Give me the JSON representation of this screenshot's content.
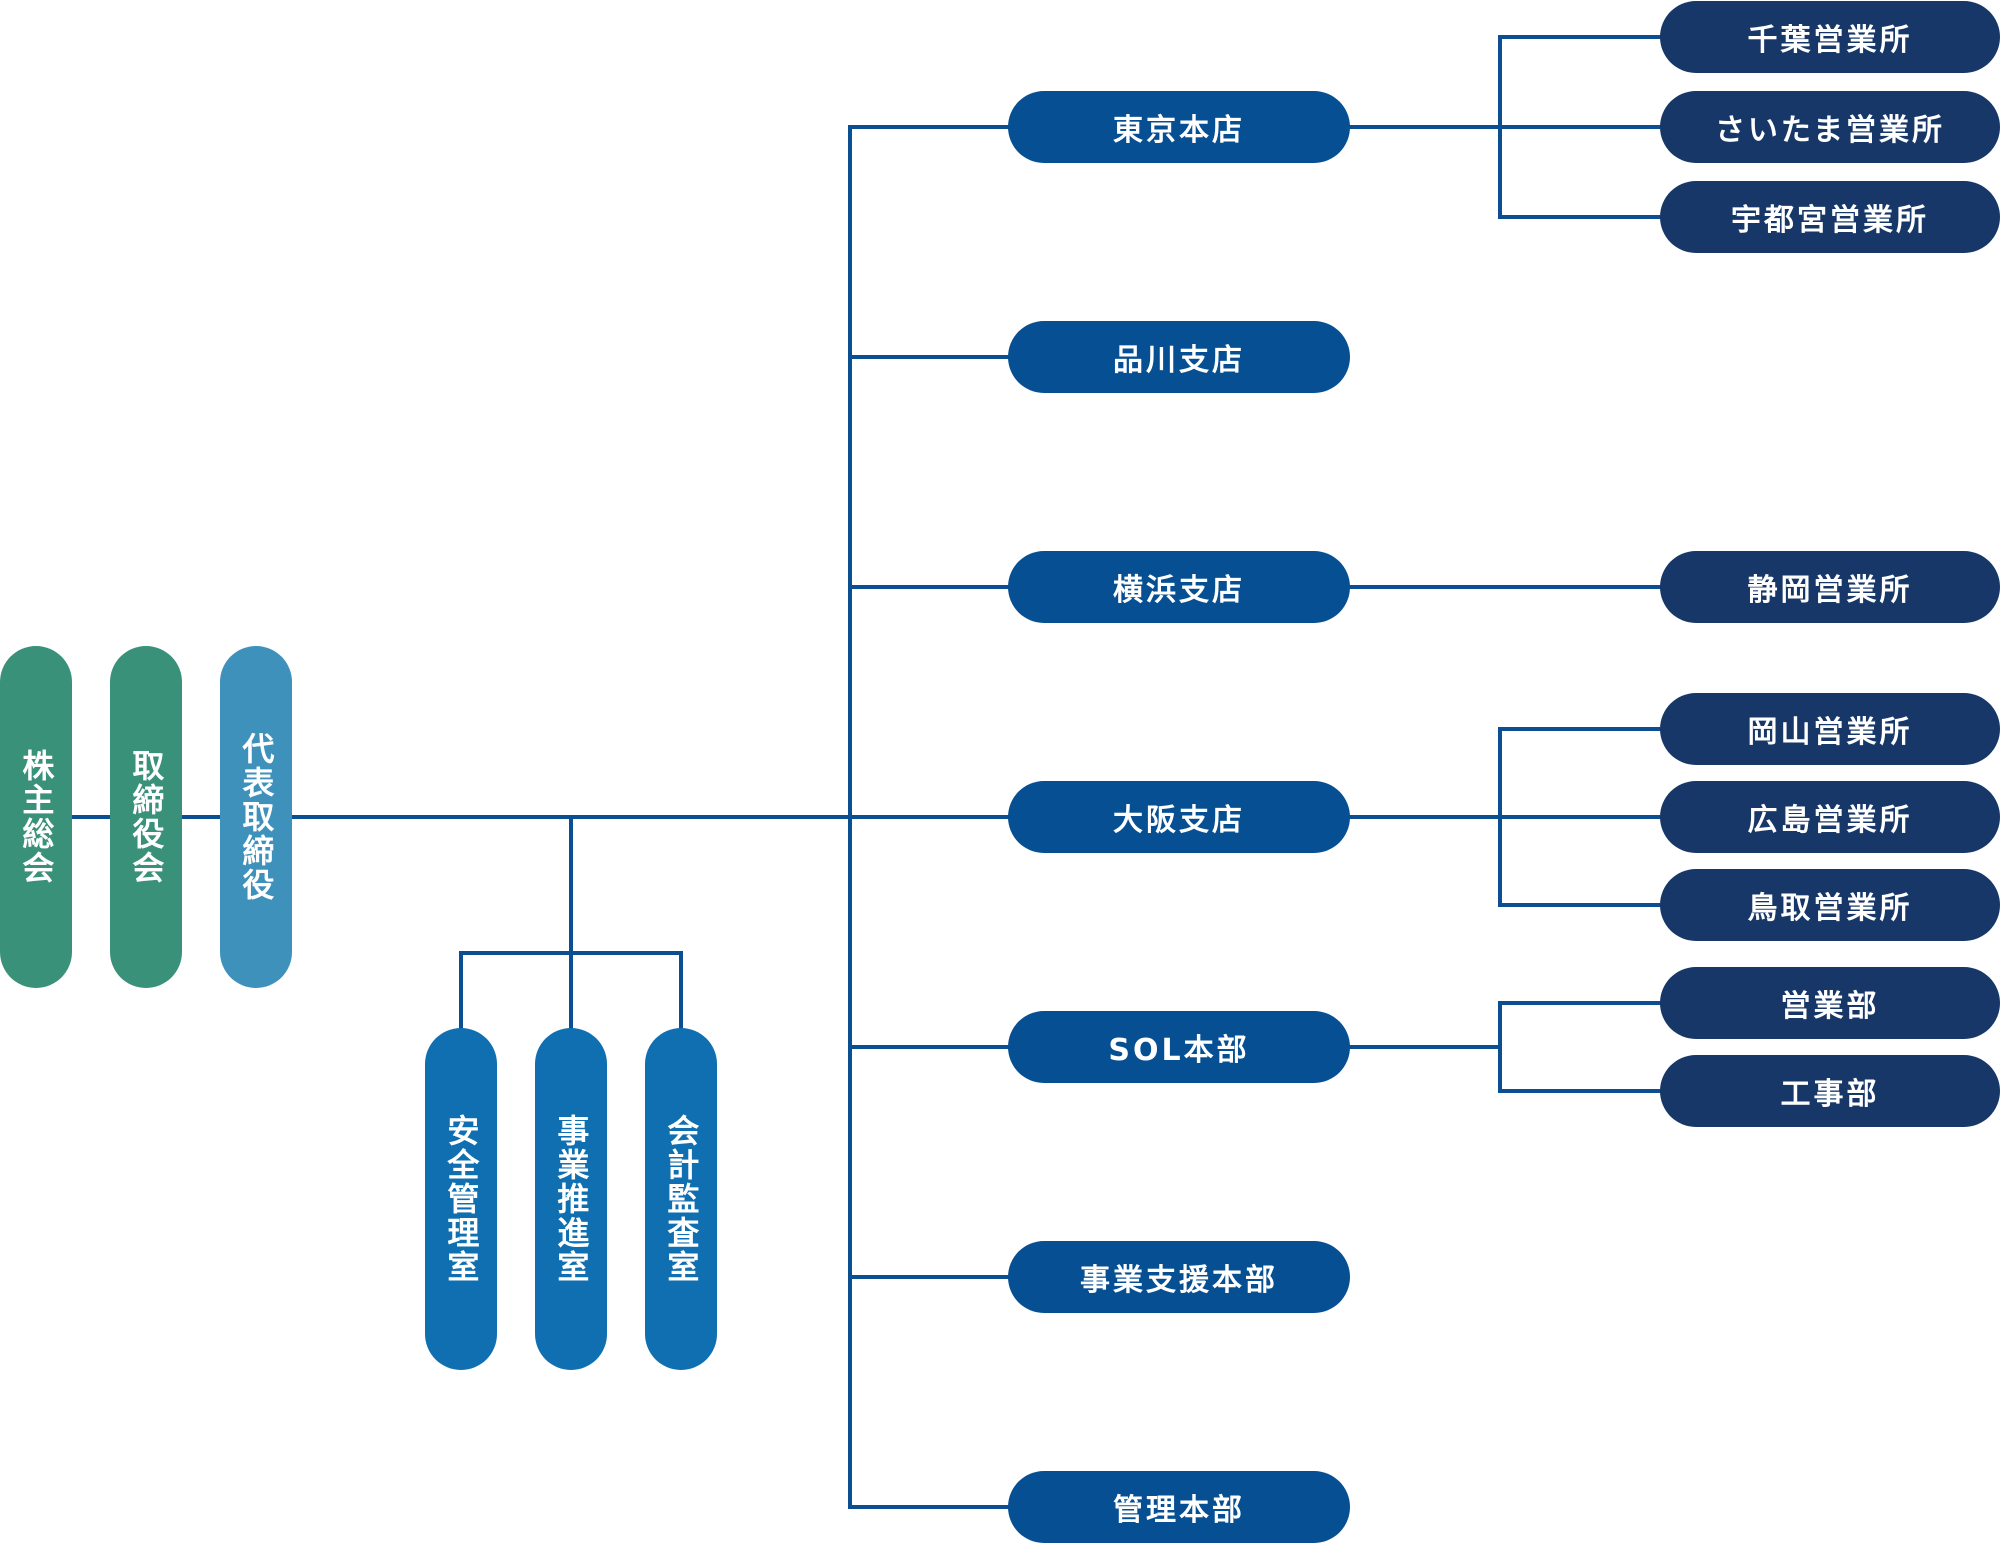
{
  "colors": {
    "line": "#0b4f92",
    "governance": "#3a917a",
    "president": "#3d91bb",
    "staff_office": "#0f6fb0",
    "branch": "#064f93",
    "office": "#163767"
  },
  "governance": [
    "株主総会",
    "取締役会",
    "代表取締役"
  ],
  "staff_offices": [
    "安全管理室",
    "事業推進室",
    "会計監査室"
  ],
  "branches": [
    {
      "name": "東京本店",
      "subs": [
        "千葉営業所",
        "さいたま営業所",
        "宇都宮営業所"
      ]
    },
    {
      "name": "品川支店",
      "subs": []
    },
    {
      "name": "横浜支店",
      "subs": [
        "静岡営業所"
      ]
    },
    {
      "name": "大阪支店",
      "subs": [
        "岡山営業所",
        "広島営業所",
        "鳥取営業所"
      ]
    },
    {
      "name": "SOL本部",
      "subs": [
        "営業部",
        "工事部"
      ]
    },
    {
      "name": "事業支援本部",
      "subs": []
    },
    {
      "name": "管理本部",
      "subs": []
    }
  ]
}
